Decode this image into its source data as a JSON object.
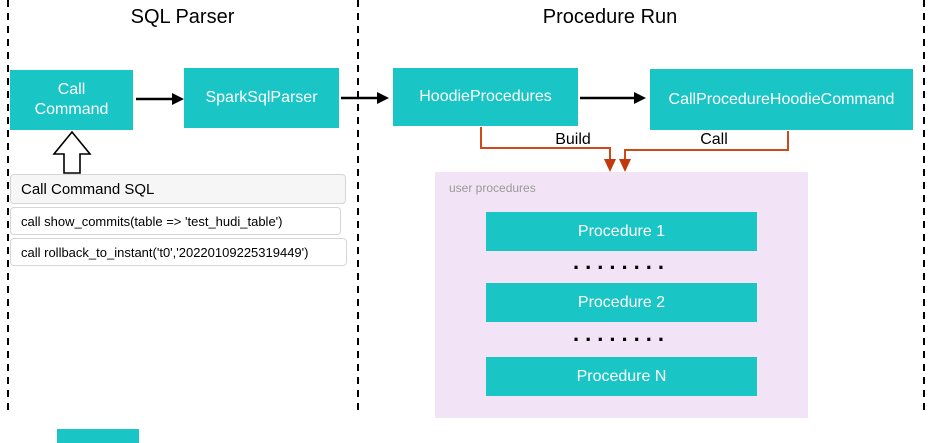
{
  "colors": {
    "node_fill": "#1AC5C6",
    "node_text": "#FFFFFF",
    "connector_black": "#000000",
    "connector_orange": "#D0491A",
    "arrowhead_orange": "#C23A0B",
    "panel_pink": "#F2E4F6",
    "panel_label_gray": "#999999"
  },
  "sql_parser_section": {
    "title": "SQL Parser",
    "call_command_node": "Call\nCommand",
    "spark_sql_parser_node": "SparkSqlParser",
    "sql_examples": {
      "header": "Call Command SQL",
      "rows": [
        "call show_commits(table => 'test_hudi_table')",
        "call rollback_to_instant('t0','20220109225319449')"
      ]
    }
  },
  "procedure_run_section": {
    "title": "Procedure Run",
    "hoodie_procedures_node": "HoodieProcedures",
    "call_procedure_hoodie_command_node": "CallProcedureHoodieCommand",
    "build_label": "Build",
    "call_label": "Call",
    "user_procedures_panel": {
      "label": "user procedures",
      "procedure_nodes": [
        "Procedure 1",
        "Procedure 2",
        "Procedure N"
      ],
      "ellipsis": "........"
    }
  }
}
